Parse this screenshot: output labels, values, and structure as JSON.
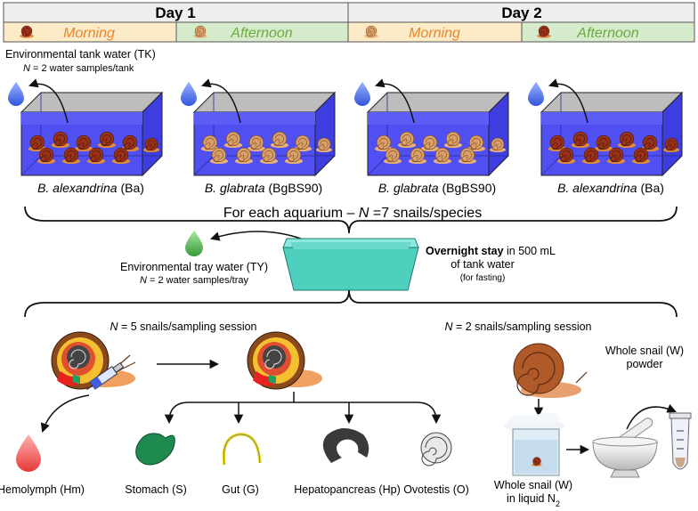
{
  "header": {
    "days": [
      {
        "label": "Day 1",
        "sessions": [
          {
            "label": "Morning"
          },
          {
            "label": "Afternoon"
          }
        ]
      },
      {
        "label": "Day 2",
        "sessions": [
          {
            "label": "Morning"
          },
          {
            "label": "Afternoon"
          }
        ]
      }
    ]
  },
  "tank_water": {
    "title": "Environmental tank water (TK)",
    "n_prefix": "N",
    "n_suffix": " = 2 water samples/tank"
  },
  "tanks": [
    {
      "species": "B. alexandrina",
      "code": " (Ba)",
      "snail_color": "#a0391c"
    },
    {
      "species": "B. glabrata",
      "code": " (BgBS90)",
      "snail_color": "#d8a673"
    },
    {
      "species": "B. glabrata",
      "code": " (BgBS90)",
      "snail_color": "#d8a673"
    },
    {
      "species": "B. alexandrina",
      "code": " (Ba)",
      "snail_color": "#a0391c"
    }
  ],
  "aquarium_note": {
    "prefix": "For each aquarium – ",
    "n": "N",
    "suffix": " =7 snails/species"
  },
  "tray": {
    "title": "Environmental tray water (TY)",
    "n_prefix": "N",
    "n_suffix": " = 2 water samples/tray",
    "stay_bold": "Overnight stay",
    "stay_rest": " in 500 mL",
    "stay_line2": "of tank water",
    "stay_line3": "(for fasting)"
  },
  "dissection": {
    "n": "N",
    "suffix": " = 5 snails/sampling session"
  },
  "whole": {
    "n": "N",
    "suffix": " = 2 snails/sampling session"
  },
  "tissues": [
    {
      "label": "Hemolymph (Hm)",
      "icon": "blood-drop-icon"
    },
    {
      "label": "Stomach (S)",
      "icon": "stomach-icon"
    },
    {
      "label": "Gut (G)",
      "icon": "gut-icon"
    },
    {
      "label": "Hepatopancreas (Hp)",
      "icon": "hepatopancreas-icon"
    },
    {
      "label": "Ovotestis (O)",
      "icon": "ovotestis-icon"
    }
  ],
  "whole_snail": {
    "liquid_line1": "Whole snail (W)",
    "liquid_line2": "in liquid N",
    "liquid_sub": "2",
    "powder_line1": "Whole snail (W)",
    "powder_line2": "powder"
  },
  "colors": {
    "morning_bg": "#fdebc8",
    "morning_text": "#e8862d",
    "afternoon_bg": "#d6ebcb",
    "afternoon_text": "#6aab3f",
    "tank_water": "#4f4ff2",
    "tray": "#5fd8c8",
    "water_drop": "#5577ee",
    "tray_drop": "#5fb85f"
  }
}
